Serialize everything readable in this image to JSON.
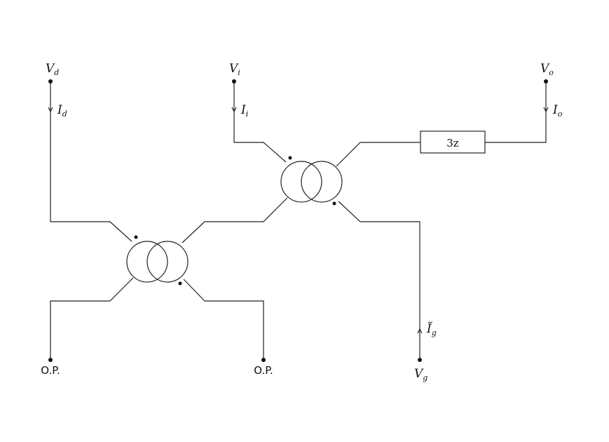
{
  "nodes": {
    "vd": {
      "main": "V",
      "sub": "d"
    },
    "vi": {
      "main": "V",
      "sub": "i"
    },
    "vo": {
      "main": "V",
      "sub": "o"
    },
    "vg": {
      "main": "V",
      "sub": "g"
    }
  },
  "currents": {
    "id": {
      "main": "I",
      "sub": "d"
    },
    "ii": {
      "main": "I",
      "sub": "i"
    },
    "io": {
      "main": "I",
      "sub": "o"
    },
    "ig": {
      "main": "Ĩ",
      "sub": "g"
    }
  },
  "impedance": {
    "label": "3z"
  },
  "ports": {
    "op_left": "O.P.",
    "op_right": "O.P."
  }
}
